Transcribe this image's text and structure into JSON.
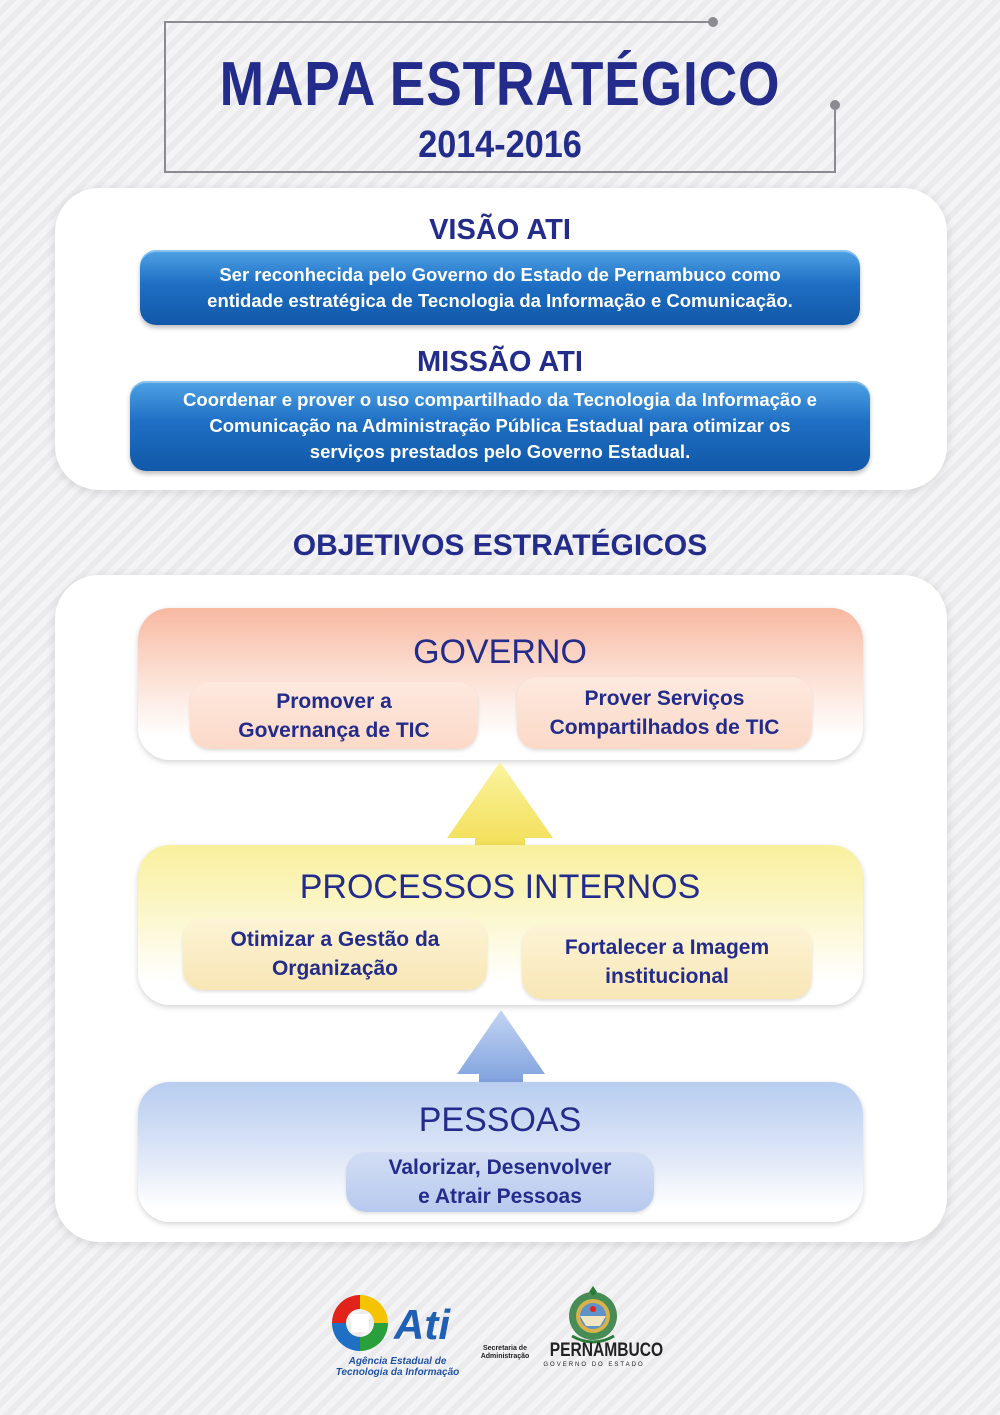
{
  "header": {
    "title": "MAPA ESTRATÉGICO",
    "years": "2014-2016"
  },
  "visao": {
    "title": "VISÃO ATI",
    "lines": [
      "Ser reconhecida pelo Governo do Estado de Pernambuco como",
      "entidade estratégica de Tecnologia da Informação e Comunicação."
    ]
  },
  "missao": {
    "title": "MISSÃO ATI",
    "lines": [
      "Coordenar e prover o uso compartilhado da Tecnologia da Informação e",
      "Comunicação na Administração Pública Estadual para otimizar os",
      "serviços prestados pelo Governo Estadual."
    ]
  },
  "objetivos": {
    "title": "OBJETIVOS ESTRATÉGICOS",
    "levels": [
      {
        "name": "GOVERNO",
        "color": "#f7b8a1",
        "objectives": [
          [
            "Promover a",
            "Governança de TIC"
          ],
          [
            "Prover Serviços",
            "Compartilhados de TIC"
          ]
        ]
      },
      {
        "name": "PROCESSOS INTERNOS",
        "color": "#f9f09d",
        "objectives": [
          [
            "Otimizar a Gestão da",
            "Organização"
          ],
          [
            "Fortalecer a Imagem",
            "institucional"
          ]
        ]
      },
      {
        "name": "PESSOAS",
        "color": "#b8cdf0",
        "objectives": [
          [
            "Valorizar, Desenvolver",
            "e Atrair Pessoas"
          ]
        ]
      }
    ]
  },
  "footer": {
    "ati_logo_text": "Ati",
    "ati_caption": [
      "Agência Estadual de",
      "Tecnologia da Informação"
    ],
    "secretaria": [
      "Secretaria de",
      "Administração"
    ],
    "state_name": "PERNAMBUCO",
    "state_sub": "GOVERNO DO ESTADO"
  },
  "colors": {
    "title_navy": "#232c8a",
    "blue_box": "#1f6fc4"
  }
}
